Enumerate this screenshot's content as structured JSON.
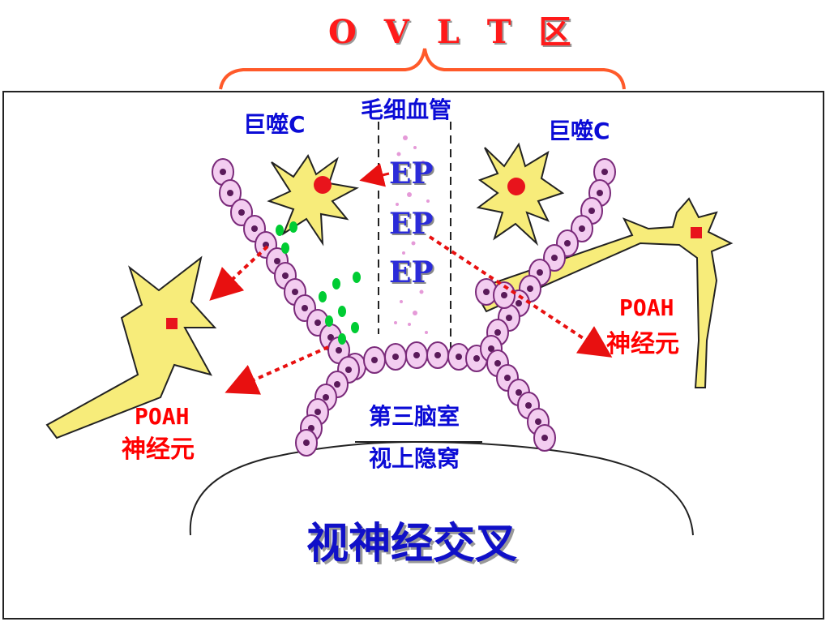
{
  "title": "O V L T 区",
  "labels": {
    "macrophage_left": "巨噬C",
    "macrophage_right": "巨噬C",
    "capillary": "毛细血管",
    "ep": [
      "EP",
      "EP",
      "EP"
    ],
    "poah_right": [
      "POAH",
      "神经元"
    ],
    "poah_left": [
      "POAH",
      "神经元"
    ],
    "third_ventricle": "第三脑室",
    "optic_recess": "视上隐窝",
    "optic_chiasm": "视神经交叉"
  },
  "colors": {
    "title": "#ff1a1a",
    "label_blue": "#0b0bd6",
    "label_red": "#ff0000",
    "cell_yellow": "#f7ec7a",
    "nucleus": "#e8141c",
    "ependymal_fill": "#f3cdf0",
    "ependymal_edge": "#7a2a7a",
    "granule": "#00cc33",
    "arrow": "#e81010",
    "brace": "#ff5a2a"
  }
}
